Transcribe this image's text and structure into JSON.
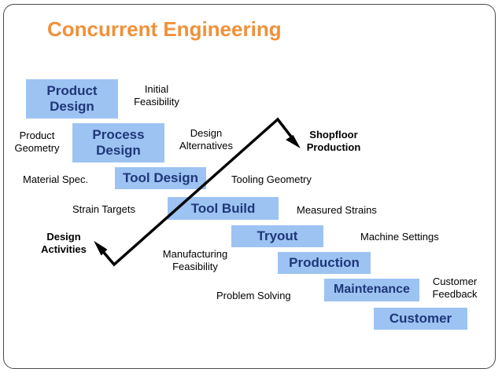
{
  "title": "Concurrent Engineering",
  "stages": {
    "product_design": "Product\nDesign",
    "process_design": "Process\nDesign",
    "tool_design": "Tool Design",
    "tool_build": "Tool Build",
    "tryout": "Tryout",
    "production": "Production",
    "maintenance": "Maintenance",
    "customer": "Customer"
  },
  "activities": {
    "initial_feasibility": "Initial\nFeasibility",
    "product_geometry": "Product\nGeometry",
    "design_alternatives": "Design\nAlternatives",
    "material_spec": "Material Spec.",
    "tooling_geometry": "Tooling Geometry",
    "strain_targets": "Strain Targets",
    "measured_strains": "Measured Strains",
    "machine_settings": "Machine Settings",
    "manufacturing_feasibility": "Manufacturing\nFeasibility",
    "problem_solving": "Problem Solving",
    "customer_feedback": "Customer\nFeedback"
  },
  "arrow_labels": {
    "shopfloor_production": "Shopfloor\nProduction",
    "design_activities": "Design\nActivities"
  },
  "colors": {
    "title": "#f0913a",
    "box_fill": "#9dc3f2",
    "box_text": "#20367a",
    "arrow": "#000000"
  }
}
